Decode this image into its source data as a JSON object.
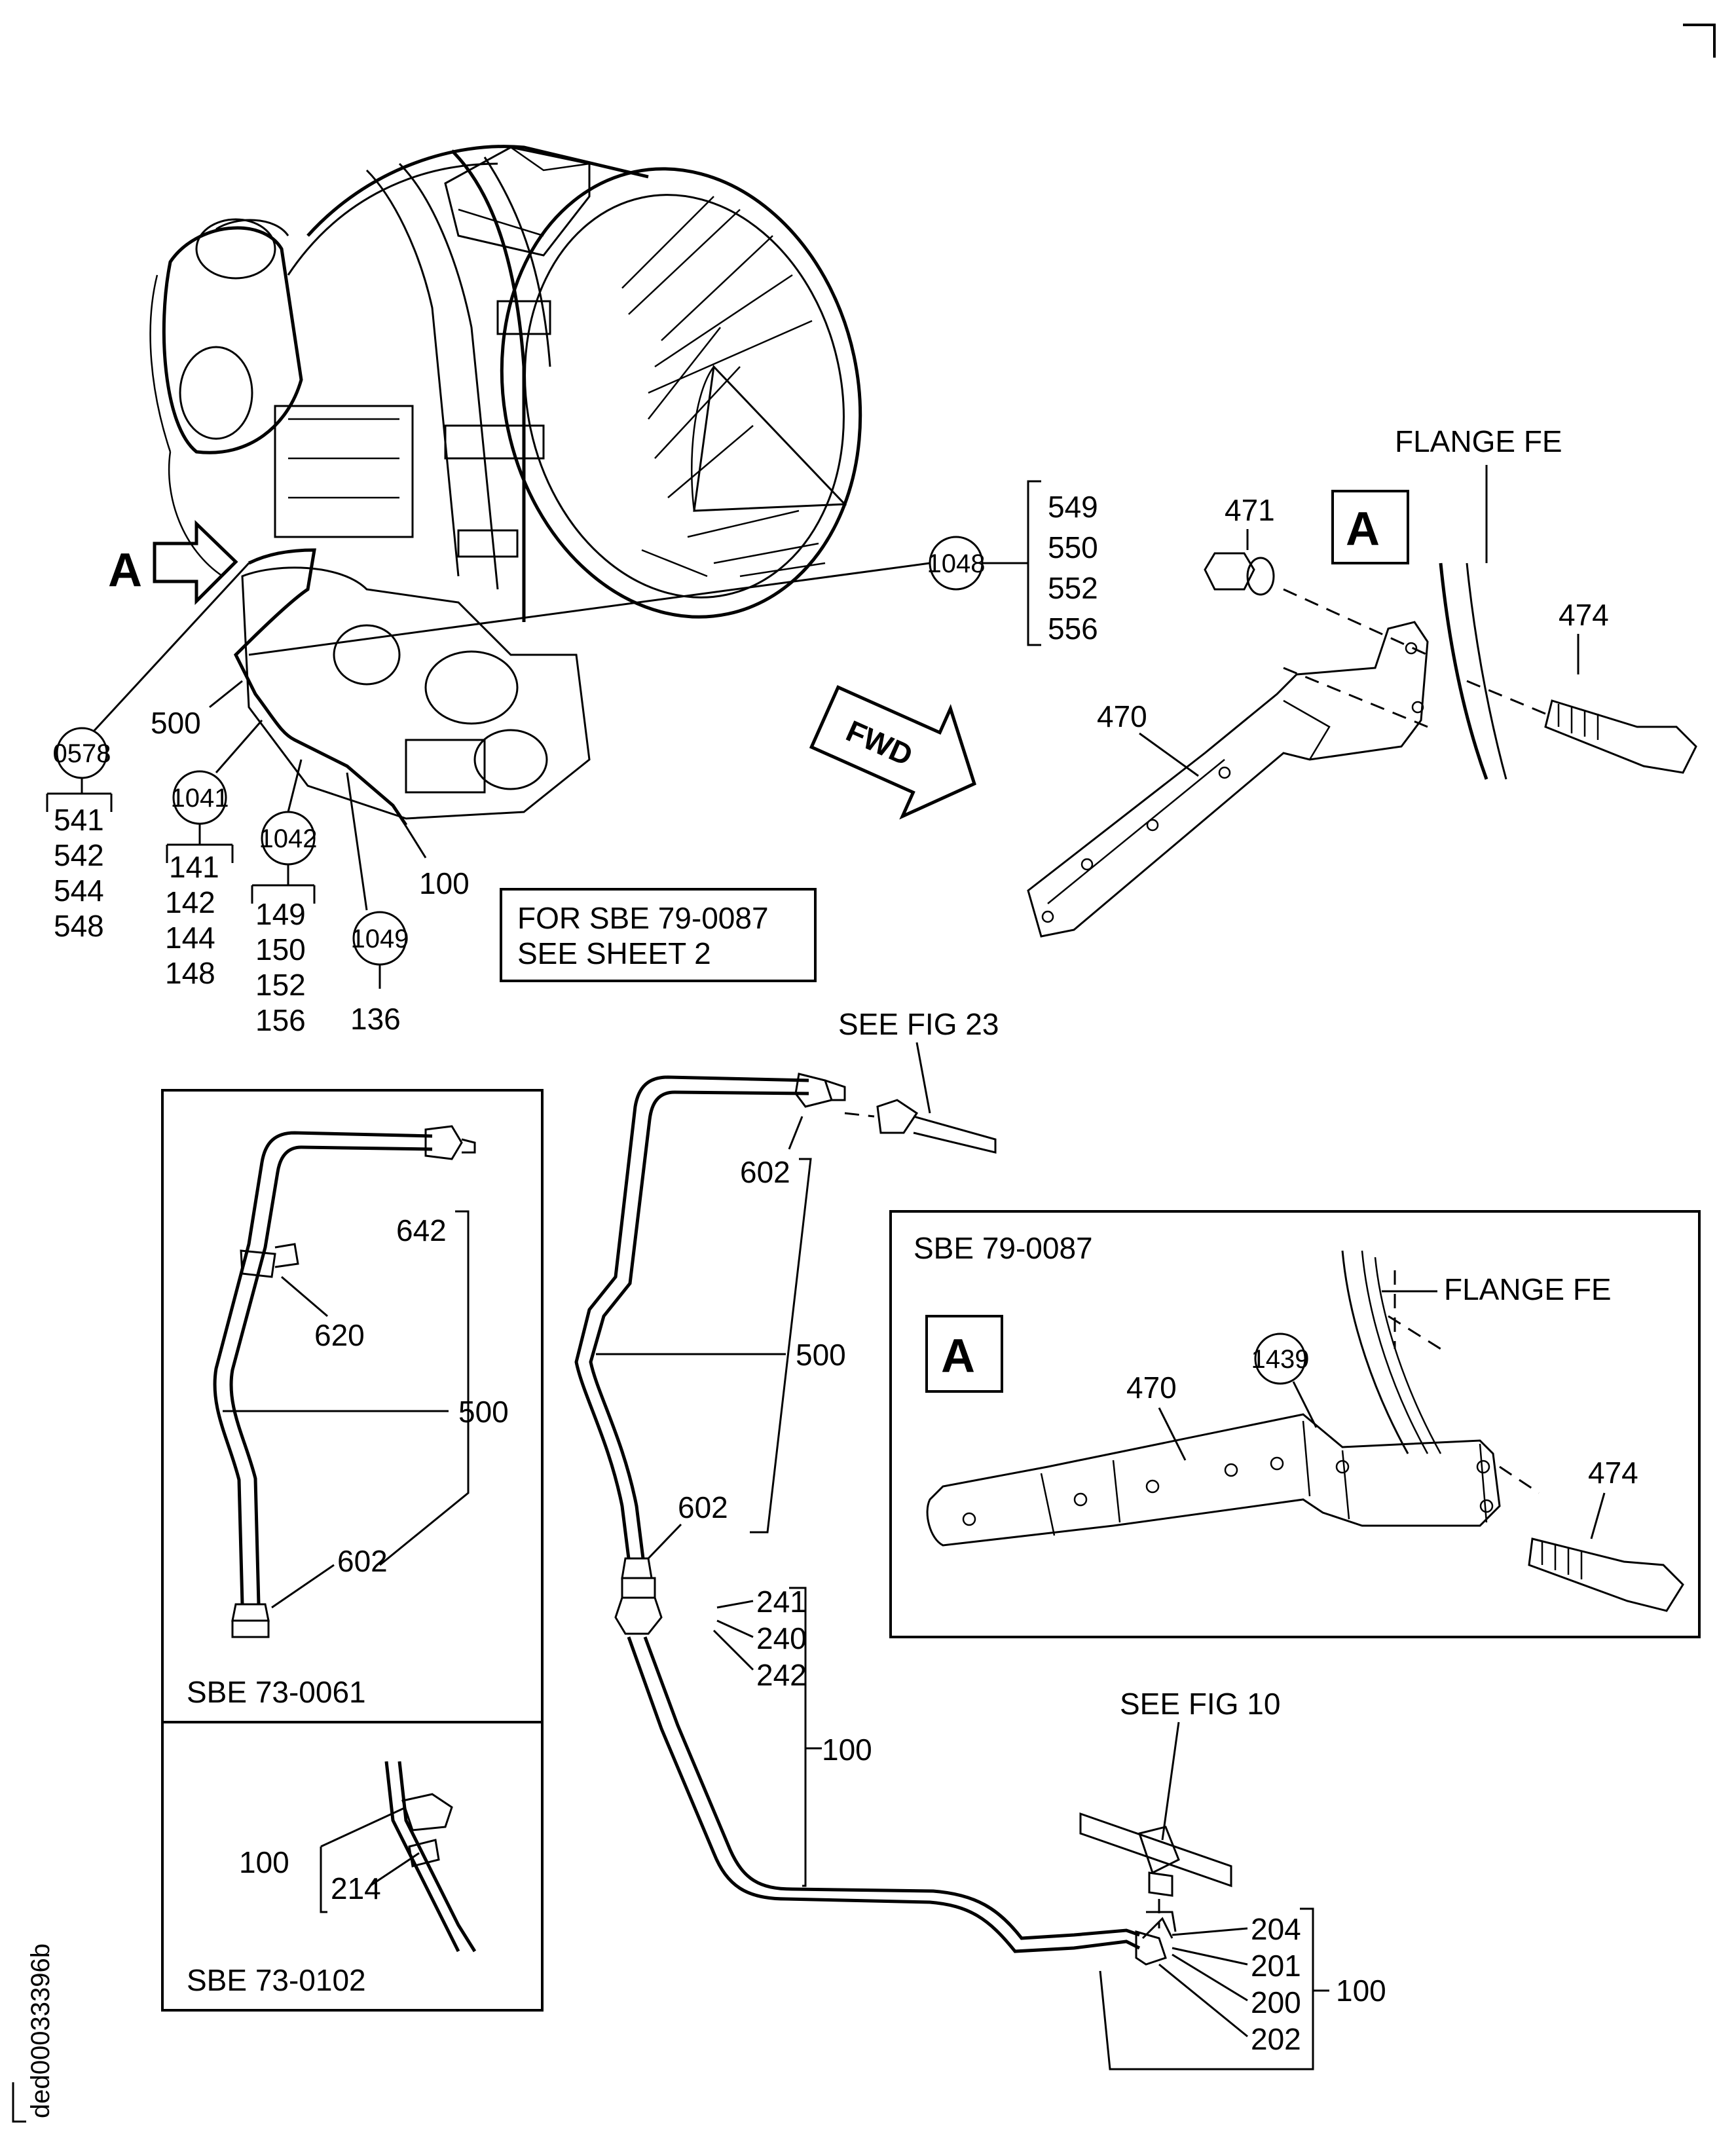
{
  "engine_view": {
    "view_arrow_letter": "A",
    "fwd_label": "FWD",
    "callouts": {
      "c0578": "0578",
      "c1041": "1041",
      "c1042": "1042",
      "c1049": "1049",
      "c1048": "1048"
    },
    "list_0578": [
      "541",
      "542",
      "544",
      "548"
    ],
    "list_1041": [
      "141",
      "142",
      "144",
      "148"
    ],
    "list_1042": [
      "149",
      "150",
      "152",
      "156"
    ],
    "list_1049": [
      "136"
    ],
    "list_1048": [
      "549",
      "550",
      "552",
      "556"
    ],
    "item_500": "500",
    "item_100": "100",
    "note_line1": "FOR SBE 79-0087",
    "note_line2": "SEE SHEET 2"
  },
  "detail_a_top": {
    "view_letter": "A",
    "flange_label": "FLANGE FE",
    "item_471": "471",
    "item_474": "474",
    "item_470": "470"
  },
  "tube_500_main": {
    "see_fig": "SEE FIG 23",
    "item_602_top": "602",
    "item_500": "500",
    "item_602_bottom": "602"
  },
  "sbe_73_0061": {
    "title": "SBE 73-0061",
    "item_642": "642",
    "item_620": "620",
    "item_500": "500",
    "item_602": "602"
  },
  "sbe_73_0102": {
    "title": "SBE 73-0102",
    "item_100": "100",
    "item_214": "214"
  },
  "sbe_79_0087": {
    "title": "SBE 79-0087",
    "view_letter": "A",
    "flange_label": "FLANGE FE",
    "callout_1439": "1439",
    "item_470": "470",
    "item_474": "474"
  },
  "tube_100": {
    "items_top": [
      "241",
      "240",
      "242"
    ],
    "item_100_mid": "100",
    "see_fig": "SEE FIG 10",
    "items_bottom": [
      "204",
      "201",
      "200",
      "202"
    ],
    "item_100_right": "100"
  },
  "drawing_id": "ded00033396b"
}
